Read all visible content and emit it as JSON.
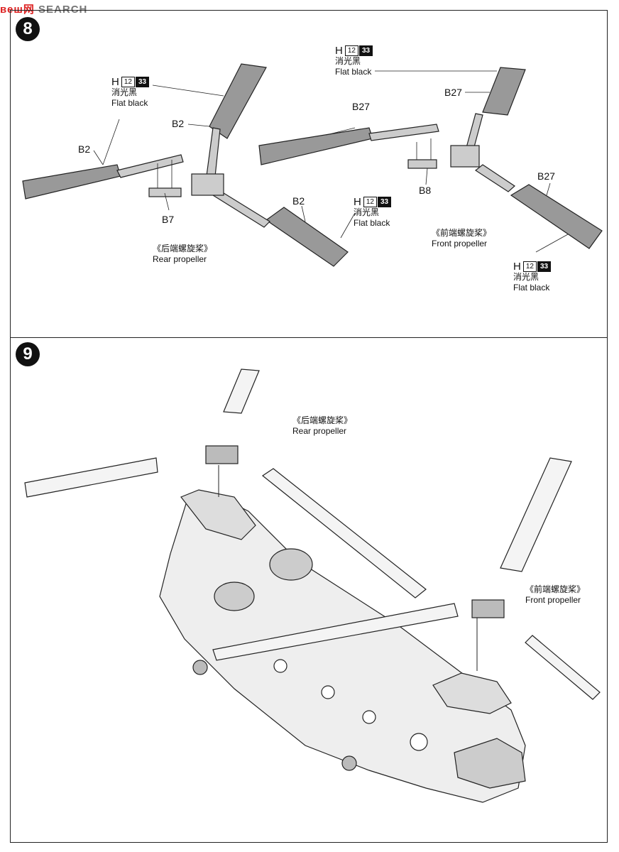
{
  "watermark": {
    "logo": "веш网",
    "text": "SEARCH"
  },
  "step8": {
    "number": "8",
    "paint_callouts": [
      {
        "code": "H",
        "num1": "12",
        "num2": "33",
        "cn": "消光黑",
        "en": "Flat black"
      },
      {
        "code": "H",
        "num1": "12",
        "num2": "33",
        "cn": "消光黑",
        "en": "Flat black"
      },
      {
        "code": "H",
        "num1": "12",
        "num2": "33",
        "cn": "消光黑",
        "en": "Flat black"
      },
      {
        "code": "H",
        "num1": "12",
        "num2": "33",
        "cn": "消光黑",
        "en": "Flat black"
      }
    ],
    "parts": [
      "B2",
      "B2",
      "B2",
      "B7",
      "B27",
      "B27",
      "B27",
      "B8"
    ],
    "rear_caption": {
      "cn": "《后端螺旋桨》",
      "en": "Rear propeller"
    },
    "front_caption": {
      "cn": "《前端螺旋桨》",
      "en": "Front propeller"
    }
  },
  "step9": {
    "number": "9",
    "rear_caption": {
      "cn": "《后端螺旋桨》",
      "en": "Rear propeller"
    },
    "front_caption": {
      "cn": "《前端螺旋桨》",
      "en": "Front propeller"
    }
  }
}
